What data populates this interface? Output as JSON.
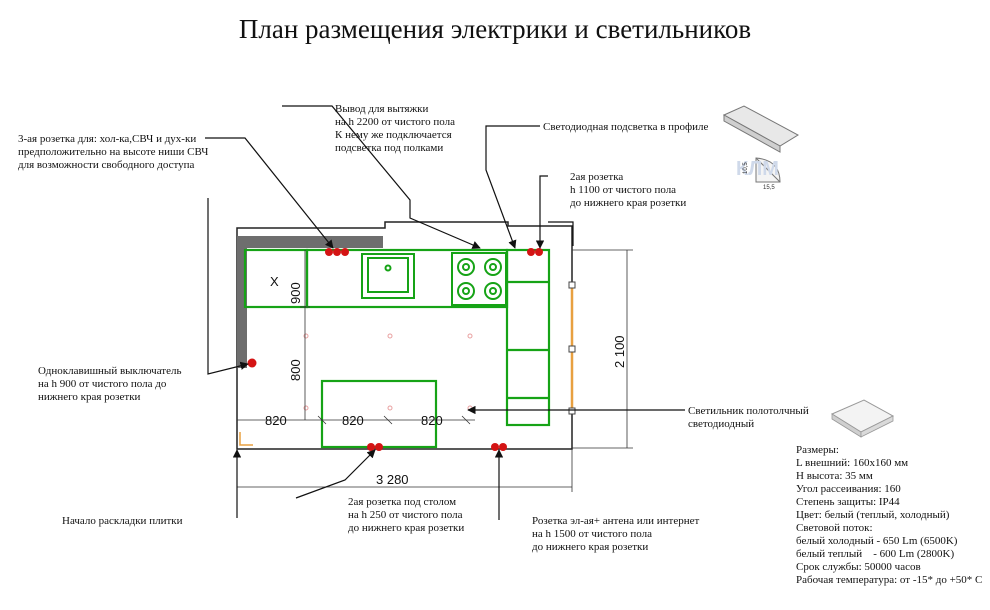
{
  "title": "План размещения электрики и светильников",
  "colors": {
    "cabinet": "#16a316",
    "socket": "#d41414",
    "wall": "#6e6e6e",
    "leader": "#111111",
    "door": "#e8a040"
  },
  "notes": {
    "socket3": "3-ая розетка для: хол-ка,СВЧ и дух-ки\nпредположительно на высоте ниши СВЧ\nдля возможности свободного доступа",
    "hood": "Вывод для вытяжки\nна h 2200 от чистого пола\nК нему же подключается\nподсветка под полками",
    "led_profile": "Светодиодная подсветка в профиле",
    "socket2": "2ая розетка\nh 1100 от чистого пола\nдо нижнего края розетки",
    "switch": "Одноклавишный выключатель\nна h 900 от чистого пола до\nнижнего края розетки",
    "ceiling_light": "Светильник полотолчный\nсветодиодный",
    "socket_table": "2ая розетка под столом\nна h 250 от чистого пола\nдо нижнего края розетки",
    "tile_start": "Начало раскладки плитки",
    "socket_antenna": "Розетка эл-ая+ антена или интернет\nна h 1500 от чистого пола\nдо нижнего края розетки"
  },
  "dimensions": {
    "d900": "900",
    "d800": "800",
    "d820a": "820",
    "d820b": "820",
    "d820c": "820",
    "d2100": "2 100",
    "d3280": "3 280",
    "x_mark": "X"
  },
  "profile_labels": {
    "h": "10,5",
    "w": "15,5",
    "logo": "КЛМ"
  },
  "specs": [
    "Размеры:",
    "L внешний: 160х160 мм",
    "H высота: 35 мм",
    "Угол рассеивания: 160",
    "Степень защиты: IP44",
    "Цвет: белый (теплый, холодный)",
    "Световой поток:",
    "белый холодный - 650 Lm (6500K)",
    "белый теплый    - 600 Lm (2800K)",
    "Срок службы: 50000 часов",
    "Рабочая температура: от -15* до +50* С"
  ]
}
